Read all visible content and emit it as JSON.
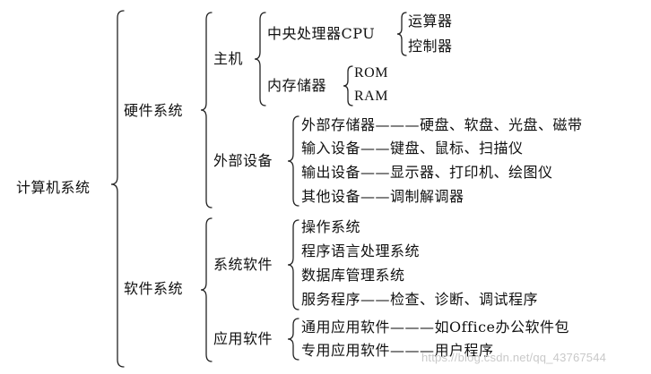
{
  "root": "计算机系统",
  "hardware": {
    "label": "硬件系统",
    "host": {
      "label": "主机",
      "cpu": {
        "label": "中央处理器CPU",
        "children": [
          "运算器",
          "控制器"
        ]
      },
      "memory": {
        "label": "内存储器",
        "children": [
          "ROM",
          "RAM"
        ]
      }
    },
    "peripherals": {
      "label": "外部设备",
      "items": [
        {
          "label": "外部存储器",
          "connector": "———",
          "detail": "硬盘、软盘、光盘、磁带"
        },
        {
          "label": "输入设备",
          "connector": "——",
          "detail": "键盘、鼠标、扫描仪"
        },
        {
          "label": "输出设备",
          "connector": "——",
          "detail": "显示器、打印机、绘图仪"
        },
        {
          "label": "其他设备",
          "connector": "——",
          "detail": "调制解调器"
        }
      ]
    }
  },
  "software": {
    "label": "软件系统",
    "system": {
      "label": "系统软件",
      "items": [
        {
          "label": "操作系统"
        },
        {
          "label": "程序语言处理系统"
        },
        {
          "label": "数据库管理系统"
        },
        {
          "label": "服务程序",
          "connector": "——",
          "detail": "检查、诊断、调试程序"
        }
      ]
    },
    "application": {
      "label": "应用软件",
      "items": [
        {
          "label": "通用应用软件",
          "connector": "———",
          "detail": "如Office办公软件包"
        },
        {
          "label": "专用应用软件",
          "connector": "———",
          "detail": "用户程序"
        }
      ]
    }
  },
  "watermark": "https://blog.csdn.net/qq_43767544",
  "colors": {
    "line": "#222222",
    "text": "#111111",
    "watermark": "#c9c9c9"
  }
}
